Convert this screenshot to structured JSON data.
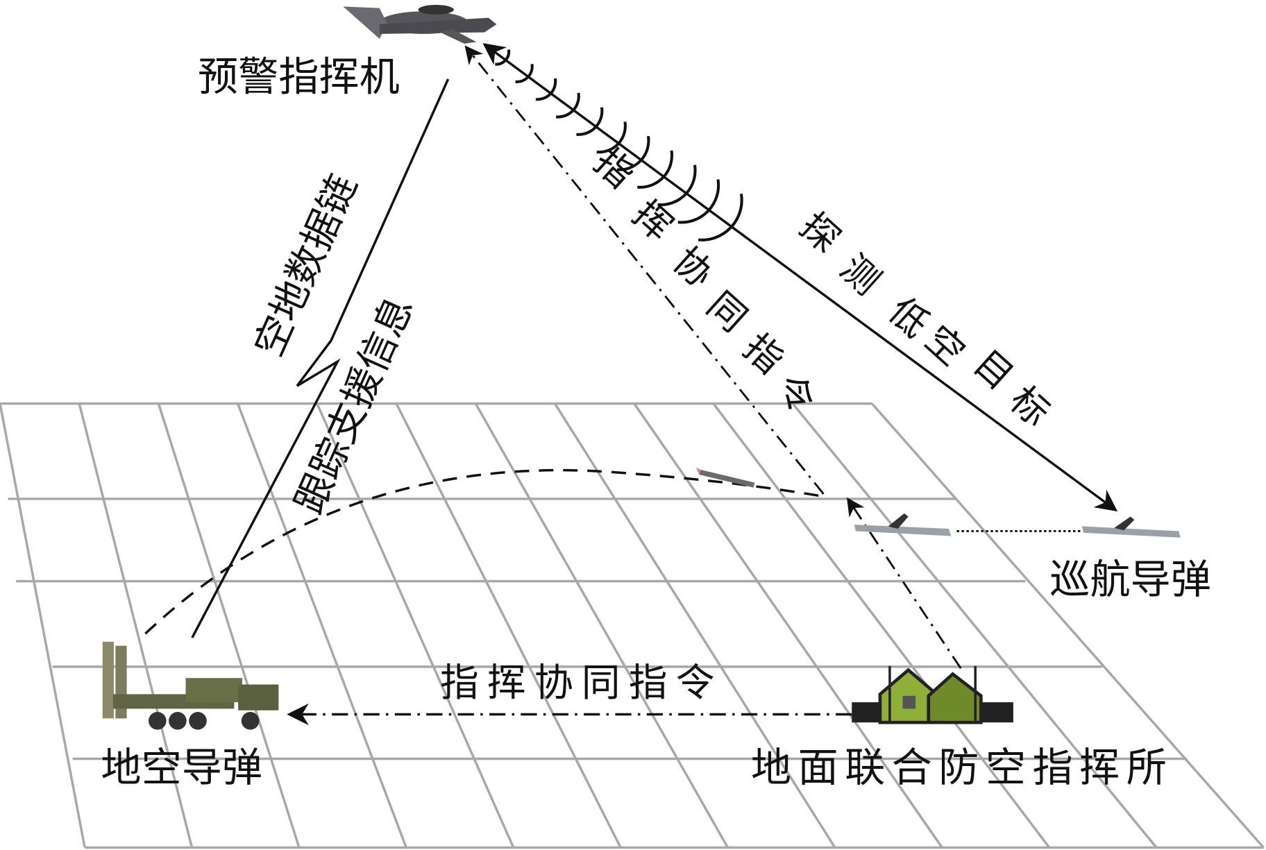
{
  "labels": {
    "awacs": "预警指挥机",
    "sam": "地空导弹",
    "ground_cp": "地面联合防空指挥所",
    "cruise_missile": "巡航导弹",
    "cmd_horizontal": "指挥协同指令",
    "datalink": "空地数据链",
    "tracking": "跟踪支援信息",
    "cmd_diagonal": [
      "指",
      "挥",
      "协",
      "同",
      "指",
      "令"
    ],
    "detect": [
      "探",
      "测",
      "低",
      "空",
      "目",
      "标"
    ]
  },
  "colors": {
    "grid": "#a8a8a8",
    "line": "#111111",
    "vehicle": "#5f6446",
    "command_post": "#8fae3a",
    "aircraft": "#55555c"
  }
}
